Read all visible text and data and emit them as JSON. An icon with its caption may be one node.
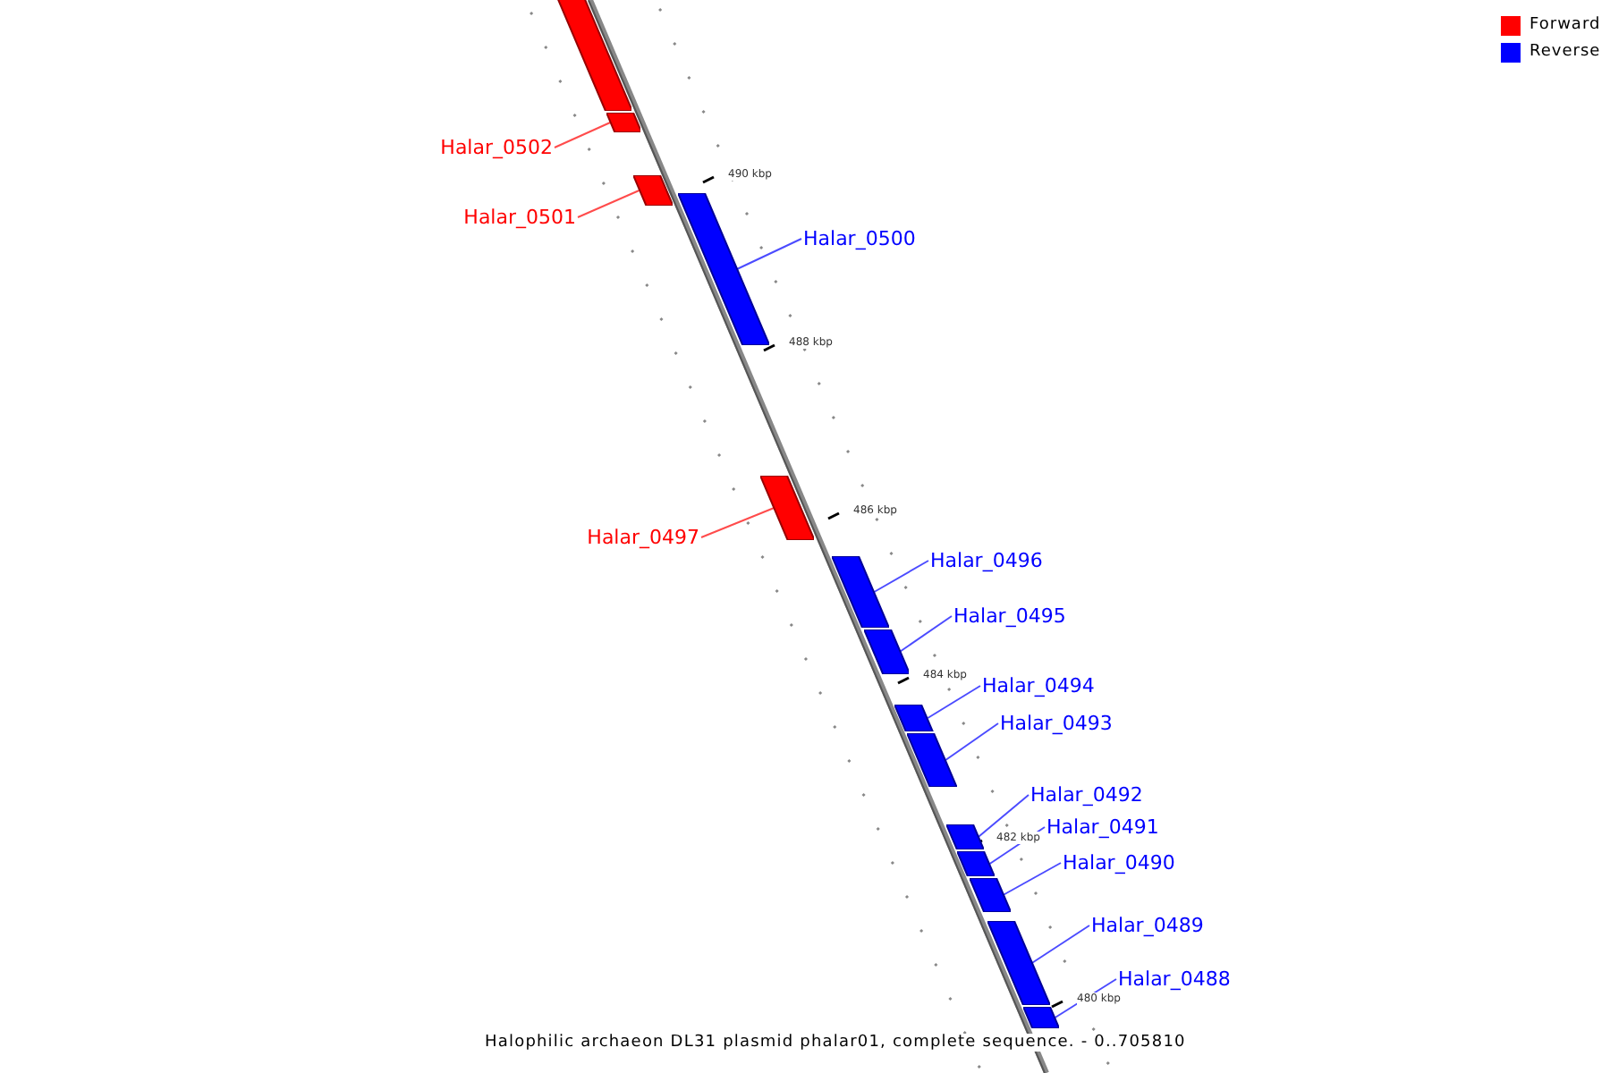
{
  "diagram": {
    "caption": "Halophilic archaeon DL31 plasmid phalar01, complete sequence. - 0..705810",
    "nodes": [
      {
        "text": [],
        "shape": "bar"
      },
      {
        "text": [
          "Halar_0502"
        ]
      },
      {
        "text": [],
        "shape": "bar"
      },
      {
        "text": [
          "Halar_0501"
        ]
      },
      {
        "text": [],
        "shape": "bar"
      },
      {
        "text": [
          "Halar_0500"
        ]
      },
      {
        "text": [],
        "shape": "bar"
      },
      {
        "text": [
          "Halar_0497"
        ]
      },
      {
        "text": [],
        "shape": "bar"
      },
      {
        "text": [
          "Halar_0496"
        ]
      },
      {
        "text": [],
        "shape": "bar"
      },
      {
        "text": [
          "Halar_0495"
        ]
      },
      {
        "text": [],
        "shape": "bar"
      },
      {
        "text": [
          "Halar_0494"
        ]
      },
      {
        "text": [],
        "shape": "bar"
      },
      {
        "text": [
          "Halar_0493"
        ]
      },
      {
        "text": [],
        "shape": "bar"
      },
      {
        "text": [
          "Halar_0492"
        ]
      },
      {
        "text": [],
        "shape": "bar"
      },
      {
        "text": [
          "Halar_0491"
        ]
      },
      {
        "text": [],
        "shape": "bar"
      },
      {
        "text": [
          "Halar_0490"
        ]
      },
      {
        "text": [],
        "shape": "bar"
      },
      {
        "text": [
          "Halar_0489"
        ]
      },
      {
        "text": [],
        "shape": "bar"
      },
      {
        "text": [
          "Halar_0488"
        ]
      },
      {
        "text": [],
        "shape": "bar"
      }
    ],
    "edges": [
      {
        "from": 1,
        "to": 2,
        "arrow": "none",
        "color": "#ff0000"
      },
      {
        "from": 3,
        "to": 4,
        "arrow": "none",
        "color": "#ff0000"
      },
      {
        "from": 5,
        "to": 6,
        "arrow": "none"
      },
      {
        "from": 7,
        "to": 8,
        "arrow": "none",
        "color": "#ff0000"
      },
      {
        "from": 9,
        "to": 10,
        "arrow": "none"
      },
      {
        "from": 11,
        "to": 12,
        "arrow": "none"
      },
      {
        "from": 13,
        "to": 14,
        "arrow": "none"
      },
      {
        "from": 15,
        "to": 16,
        "arrow": "none"
      },
      {
        "from": 17,
        "to": 18,
        "arrow": "none"
      },
      {
        "from": 19,
        "to": 20,
        "arrow": "none"
      },
      {
        "from": 21,
        "to": 22,
        "arrow": "none"
      },
      {
        "from": 23,
        "to": 24,
        "arrow": "none"
      },
      {
        "from": 25,
        "to": 26,
        "arrow": "none"
      }
    ],
    "labels": [
      "490 kbp",
      "488 kbp",
      "486 kbp",
      "484 kbp",
      "482 kbp",
      "480 kbp"
    ],
    "legend": [
      {
        "text": "Forward",
        "color": "#ff0000"
      },
      {
        "text": "Reverse",
        "color": "#0000ff"
      }
    ]
  }
}
